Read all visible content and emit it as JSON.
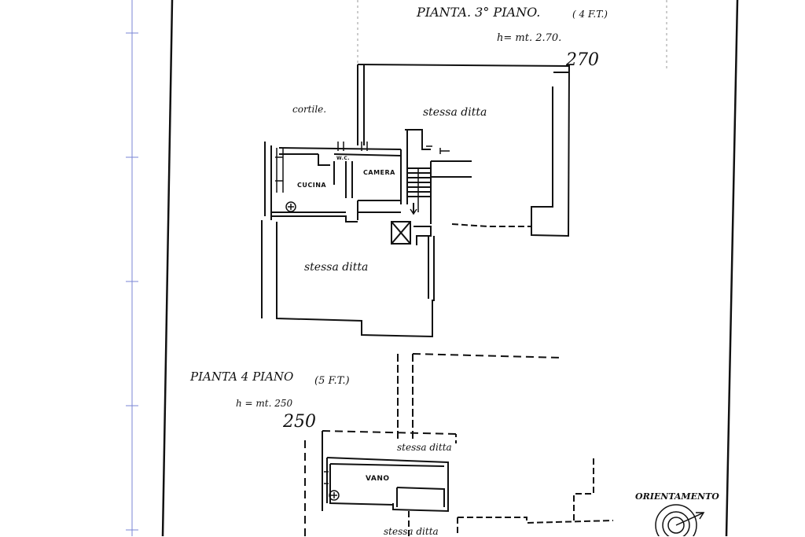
{
  "plan_3": {
    "title": "PIANTA. 3° PIANO.",
    "title_note": "( 4 F.T.)",
    "height": "h= mt. 2.70.",
    "height_mark": "270",
    "courtyard": "cortile.",
    "same_as_below_top": "stessa ditta",
    "kitchen": "CUCINA",
    "bedroom": "CAMERA",
    "wc": "W.C.",
    "same_as_below_mid": "stessa ditta"
  },
  "plan_4": {
    "title": "PIANTA 4 PIANO",
    "title_note": "(5 F.T.)",
    "height": "h = mt. 250",
    "height_mark": "250",
    "same_as_below_top": "stessa ditta",
    "room": "VANO",
    "same_as_below_bottom": "stessa ditta"
  },
  "orientation": {
    "label": "ORIENTAMENTO"
  }
}
